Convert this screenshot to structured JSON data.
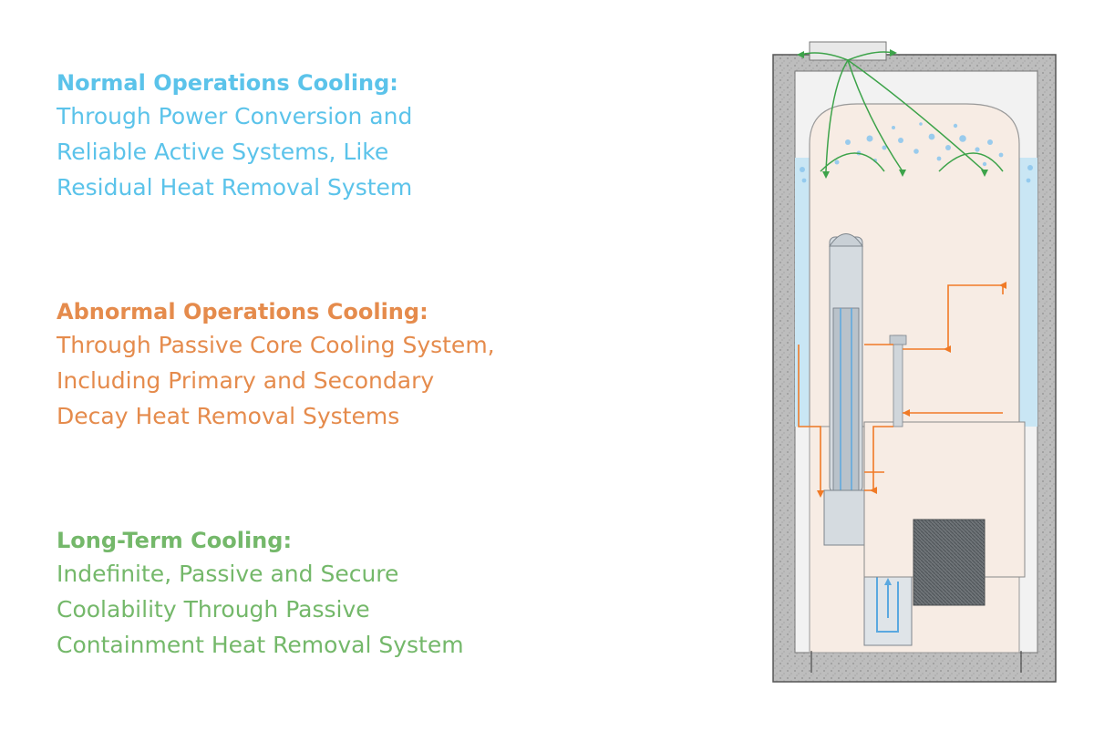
{
  "colors": {
    "normal": "#5bc3ea",
    "abnormal": "#e58b4c",
    "longterm": "#74b86a",
    "pool_water": "#c9e6f4",
    "containment": "#f7ece4",
    "concrete": "#b8b8b8",
    "flow_orange": "#f07a26",
    "flow_blue": "#5aa8e0",
    "flow_green": "#3da34a"
  },
  "sections": {
    "normal": {
      "heading": "Normal Operations Cooling:",
      "lines": [
        "Through Power Conversion and",
        "Reliable Active Systems, Like",
        "Residual Heat Removal System"
      ]
    },
    "abnormal": {
      "heading": "Abnormal Operations Cooling:",
      "lines": [
        "Through Passive Core Cooling System,",
        "Including Primary and Secondary",
        "Decay Heat Removal Systems"
      ]
    },
    "longterm": {
      "heading": "Long-Term Cooling:",
      "lines": [
        "Indefinite, Passive and Secure",
        "Coolability Through Passive",
        "Containment Heat Removal System"
      ]
    }
  }
}
